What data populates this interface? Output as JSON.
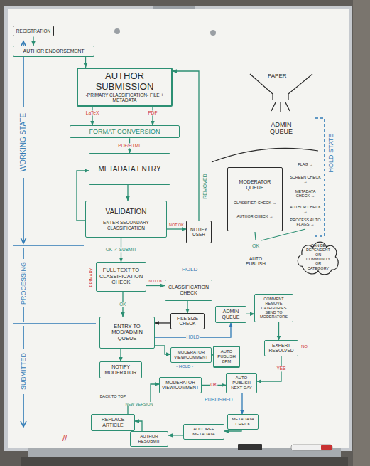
{
  "diagram": {
    "nodes": [
      {
        "text": [
          "REGISTRATION"
        ]
      },
      {
        "text": [
          "AUTHOR ENDORSEMENT"
        ]
      },
      {
        "text": [
          "AUTHOR SUBMISSION",
          "-PRIMARY CLASSIFICATION- FILE + METADATA"
        ]
      },
      {
        "text": [
          "FORMAT CONVERSION"
        ]
      },
      {
        "text": [
          "METADATA ENTRY"
        ]
      },
      {
        "text": [
          "VALIDATION",
          "ENTER SECONDARY CLASSIFICATION"
        ]
      },
      {
        "text": [
          "NOTIFY USER"
        ]
      },
      {
        "text": [
          "MODERATOR QUEUE",
          "CLASSIFIER CHECK →",
          "AUTHOR CHECK →"
        ]
      },
      {
        "text": [
          "CAN BE DEPENDENT ON COMMUNITY OR CATEGORY"
        ]
      },
      {
        "text": [
          "FULL TEXT TO CLASSIFICATION CHECK"
        ]
      },
      {
        "text": [
          "CLASSIFICATION CHECK"
        ]
      },
      {
        "text": [
          "FILE SIZE CHECK"
        ]
      },
      {
        "text": [
          "COMMENT REMOVE CATEGORIES SEND TO MODERATORS"
        ]
      },
      {
        "text": [
          "ENTRY TO MOD/ADMIN QUEUE"
        ]
      },
      {
        "text": [
          "ADMIN QUEUE"
        ]
      },
      {
        "text": [
          "NOTIFY MODERATOR"
        ]
      },
      {
        "text": [
          "MODERATOR VIEW/COMMENT"
        ]
      },
      {
        "text": [
          "AUTO PUBLISH 8PM"
        ]
      },
      {
        "text": [
          "EXPERT RESOLVED"
        ]
      },
      {
        "text": [
          "MODERATOR VIEW/COMMENT"
        ]
      },
      {
        "text": [
          "AUTO PUBLISH NEXT DAY"
        ]
      },
      {
        "text": [
          "REPLACE ARTICLE"
        ]
      },
      {
        "text": [
          "METADATA CHECK"
        ]
      },
      {
        "text": [
          "ADD JREF METADATA"
        ]
      },
      {
        "text": [
          "AUTHOR RESUBMIT"
        ]
      }
    ],
    "edges": [
      {
        "from": 0,
        "to": 1,
        "arrow": "to"
      },
      {
        "from": 1,
        "to": 2,
        "arrow": "to"
      },
      {
        "from": 2,
        "to": 3,
        "label": "LaTeX",
        "arrow": "to"
      },
      {
        "from": 2,
        "to": 3,
        "label": "PDF",
        "arrow": "to"
      },
      {
        "from": 3,
        "to": 4,
        "label": "PDF/HTML",
        "arrow": "to"
      },
      {
        "from": 4,
        "to": 5,
        "arrow": "to"
      },
      {
        "from": 5,
        "to": 6,
        "label": "NOT OK",
        "arrow": "to"
      },
      {
        "from": 6,
        "to": 2,
        "arrow": "to"
      },
      {
        "from": 5,
        "to": 9,
        "label": "OK ✓ SUBMIT",
        "arrow": "to"
      },
      {
        "from": 5,
        "to": 4,
        "arrow": "to"
      },
      {
        "from": 9,
        "to": 10,
        "label": "NOT OK",
        "arrow": "to"
      },
      {
        "from": 9,
        "to": 13,
        "label": "OK",
        "arrow": "to"
      },
      {
        "from": 10,
        "to": 11,
        "arrow": "to"
      },
      {
        "from": 11,
        "to": 13,
        "arrow": "to"
      },
      {
        "from": 13,
        "to": 14,
        "label": "HOLD",
        "arrow": "to"
      },
      {
        "from": 14,
        "to": 12,
        "arrow": "to"
      },
      {
        "from": 13,
        "to": 15,
        "arrow": "to"
      },
      {
        "from": 13,
        "to": 16,
        "arrow": "to"
      },
      {
        "from": 16,
        "to": 17,
        "arrow": "to"
      },
      {
        "from": 12,
        "to": 18,
        "arrow": "to"
      },
      {
        "from": 18,
        "to": 20,
        "label": "YES",
        "arrow": "to"
      },
      {
        "from": 19,
        "to": 20,
        "label": "OK",
        "arrow": "to"
      },
      {
        "from": 20,
        "to": 22,
        "arrow": "to"
      },
      {
        "from": 22,
        "to": 23,
        "arrow": "to"
      },
      {
        "from": 23,
        "to": 24,
        "arrow": "to"
      },
      {
        "from": 24,
        "to": 21,
        "arrow": "to"
      },
      {
        "from": 21,
        "to": 19,
        "label": "NEW VERSION",
        "arrow": "to"
      }
    ],
    "labels": [
      "WORKING STATE",
      "PROCESSING",
      "SUBMITTED",
      "REMOVED",
      "PAPER",
      "ADMIN QUEUE",
      "HOLD STATE",
      "FLAG →",
      "SCREEN CHECK →",
      "METADATA CHECK →",
      "AUTHOR CHECK →",
      "PROCESS AUTO FLAGS →",
      "OK",
      "AUTO PUBLISH",
      "PRIMARY",
      "HOLD",
      "- HOLD -",
      "BACK TO TOP",
      "PUBLISHED",
      "NO",
      "//"
    ]
  }
}
